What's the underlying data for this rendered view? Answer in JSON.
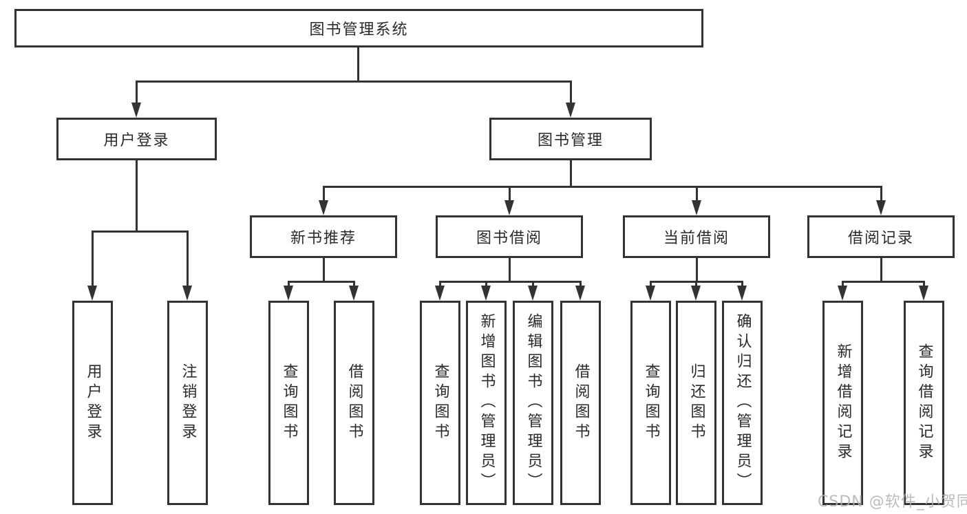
{
  "diagram_type": "hierarchy-tree",
  "title_node": "图书管理系统",
  "level2": [
    "用户登录",
    "图书管理"
  ],
  "level3": [
    "新书推荐",
    "图书借阅",
    "当前借阅",
    "借阅记录"
  ],
  "leaves": {
    "login": [
      "用户登录",
      "注销登录"
    ],
    "recommend": [
      "查询图书",
      "借阅图书"
    ],
    "borrow": [
      "查询图书",
      "新增图书（管理员）",
      "编辑图书（管理员）",
      "借阅图书"
    ],
    "current": [
      "查询图书",
      "归还图书",
      "确认归还（管理员）"
    ],
    "records": [
      "新增借阅记录",
      "查询借阅记录"
    ]
  },
  "watermark": "CSDN @软件_小贺同学",
  "colors": {
    "line": "#333333",
    "text": "#2a2a2a",
    "watermark": "#b0b0b0",
    "background": "#ffffff"
  }
}
